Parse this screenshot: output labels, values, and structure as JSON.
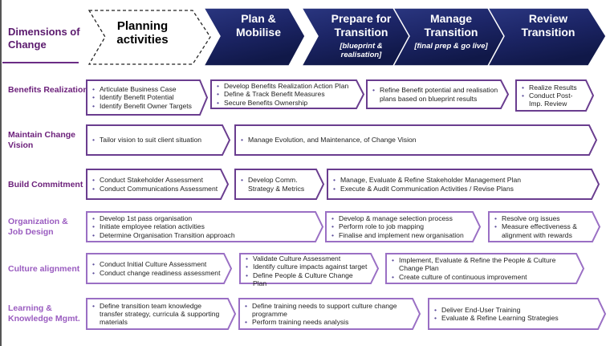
{
  "header": {
    "dimensions_title": "Dimensions of Change",
    "planning": "Planning activities",
    "phases": [
      {
        "title": "Plan & Mobilise",
        "subtitle": ""
      },
      {
        "title": "Prepare for Transition",
        "subtitle": "[blueprint & realisation]"
      },
      {
        "title": "Manage Transition",
        "subtitle": "[final prep & go live]"
      },
      {
        "title": "Review Transition",
        "subtitle": ""
      }
    ]
  },
  "colors": {
    "phase_fill": "#1f2a6b",
    "phase_dark": "#141c4f",
    "box_border": "#6a3d8f",
    "label_dark": "#6b1f7a",
    "label_light": "#9a5cc0"
  },
  "rows": [
    {
      "label": "Benefits Realization",
      "boxes": [
        {
          "items": [
            "Articulate Business Case",
            "Identify Benefit Potential",
            "Identify Benefit Owner Targets"
          ]
        },
        {
          "items": [
            "Develop Benefits Realization Action Plan",
            "Define & Track Benefit Measures",
            "Secure Benefits Ownership"
          ]
        },
        {
          "items": [
            "Refine Benefit potential and realisation plans based on blueprint results"
          ]
        },
        {
          "items": [
            "Realize Results",
            "Conduct Post-Imp. Review"
          ]
        }
      ]
    },
    {
      "label": "Maintain Change Vision",
      "boxes": [
        {
          "items": [
            "Tailor vision to suit client situation"
          ]
        },
        {
          "items": [
            "Manage Evolution, and Maintenance, of Change Vision"
          ]
        }
      ]
    },
    {
      "label": "Build Commitment",
      "boxes": [
        {
          "items": [
            "Conduct Stakeholder Assessment",
            "Conduct Communications Assessment"
          ]
        },
        {
          "items": [
            "Develop Comm. Strategy & Metrics"
          ]
        },
        {
          "items": [
            "Manage, Evaluate & Refine Stakeholder Management Plan",
            "Execute & Audit Communication Activities / Revise Plans"
          ]
        }
      ]
    },
    {
      "label": "Organization & Job Design",
      "boxes": [
        {
          "items": [
            "Develop 1st pass organisation",
            "Initiate employee relation activities",
            "Determine Organisation Transition approach"
          ]
        },
        {
          "items": [
            "Develop & manage selection process",
            "Perform role to job mapping",
            "Finalise and implement new organisation"
          ]
        },
        {
          "items": [
            "Resolve org issues",
            "Measure effectiveness & alignment with rewards"
          ]
        }
      ]
    },
    {
      "label": "Culture alignment",
      "boxes": [
        {
          "items": [
            "Conduct Initial Culture Assessment",
            "Conduct change readiness assessment"
          ]
        },
        {
          "items": [
            "Validate Culture Assessment",
            "Identify culture impacts against target",
            "Define People & Culture Change Plan"
          ]
        },
        {
          "items": [
            "Implement, Evaluate & Refine the People & Culture Change Plan",
            "Create culture of continuous improvement"
          ]
        }
      ]
    },
    {
      "label": "Learning & Knowledge Mgmt.",
      "boxes": [
        {
          "items": [
            "Define transition team knowledge transfer strategy, curricula & supporting materials"
          ]
        },
        {
          "items": [
            "Define training needs to support culture change programme",
            "Perform training needs analysis"
          ]
        },
        {
          "items": [
            "Deliver End-User Training",
            "Evaluate & Refine Learning Strategies"
          ]
        }
      ]
    }
  ]
}
